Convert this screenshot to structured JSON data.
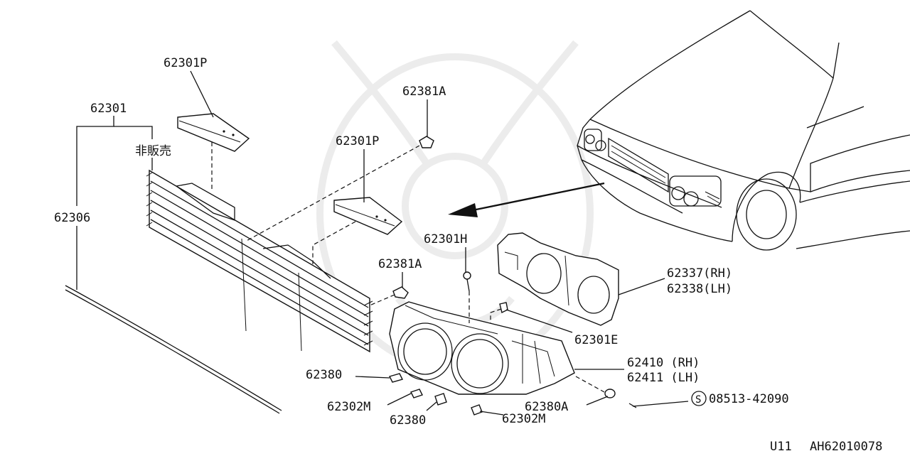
{
  "diagram": {
    "labels": {
      "grille_pad_top": "62301P",
      "grille_pad_mid": "62301P",
      "grille_assy": "62301",
      "not_for_sale": "非販売",
      "molding": "62306",
      "clip_top": "62381A",
      "clip_mid": "62381A",
      "screw": "62301H",
      "clip_e": "62301E",
      "bracket_rh": "62337(RH)",
      "bracket_lh": "62338(LH)",
      "housing_rh": "62410 (RH)",
      "housing_lh": "62411 (LH)",
      "fastener_left": "62380",
      "fastener_bottom": "62380",
      "clip_m_left": "62302M",
      "clip_m_right": "62302M",
      "grommet": "62380A",
      "bolt_code": "08513-42090",
      "bolt_symbol": "S"
    },
    "footer": {
      "section": "U11",
      "figure_code": "AH62010078"
    }
  }
}
